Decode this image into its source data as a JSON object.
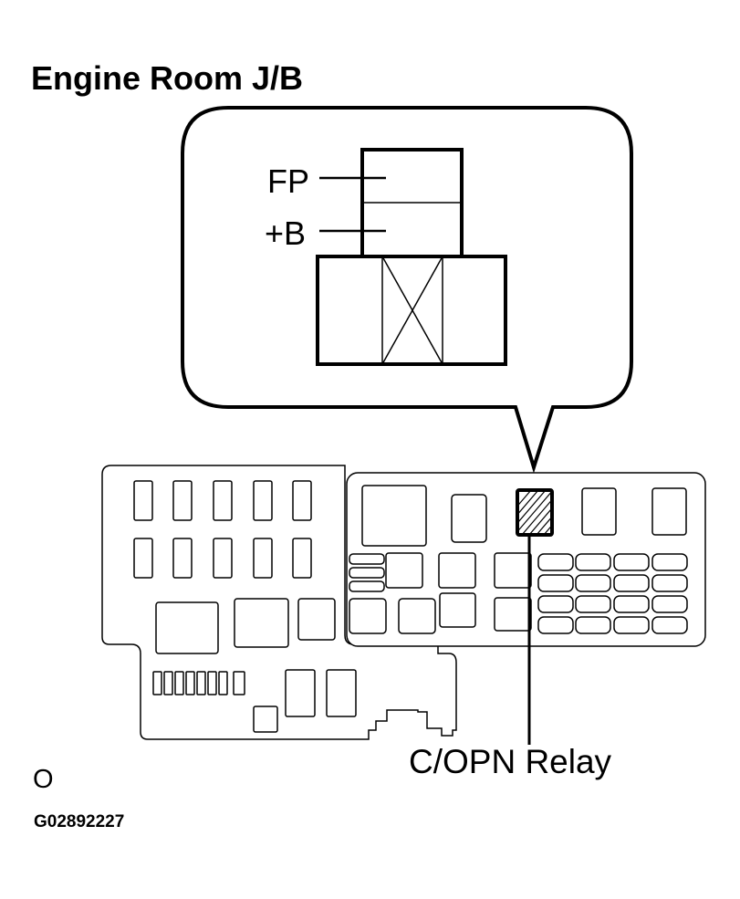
{
  "title": "Engine Room J/B",
  "connector": {
    "pins": [
      {
        "name": "FP"
      },
      {
        "name": "+B"
      }
    ]
  },
  "relay_label": "C/OPN Relay",
  "orientation_mark": "O",
  "figure_code": "G02892227"
}
